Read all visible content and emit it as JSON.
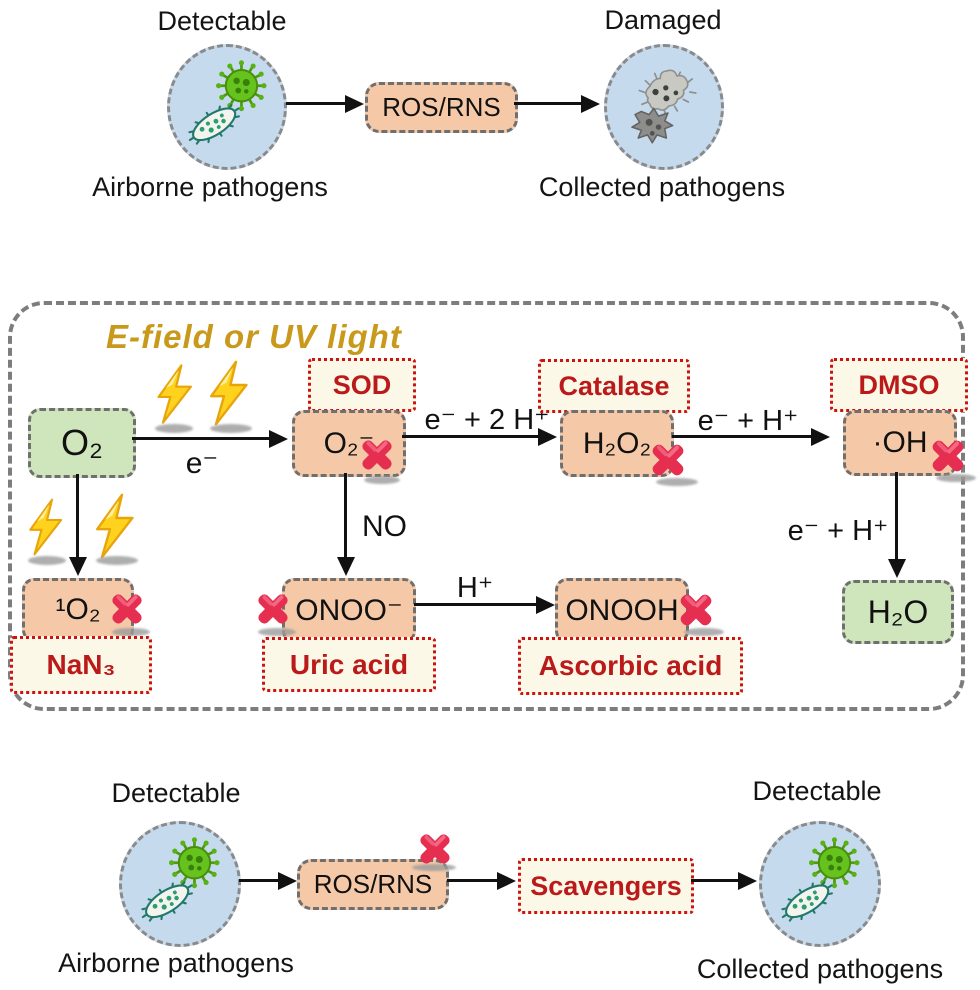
{
  "colors": {
    "peach": "#f5c9a7",
    "green": "#cfe6bd",
    "blue": "#c6daee",
    "cream": "#fcf8e7",
    "red_text": "#bb1a1a",
    "red_border": "#cc1212",
    "gold": "#c8991b"
  },
  "top": {
    "left_title": "Detectable",
    "left_caption": "Airborne pathogens",
    "ros_label": "ROS/RNS",
    "right_title": "Damaged",
    "right_caption": "Collected pathogens"
  },
  "pathway": {
    "title": "E-field or UV light",
    "o2": "O₂",
    "superoxide": "O₂⁻",
    "h2o2": "H₂O₂",
    "hydroxyl": "·OH",
    "water": "H₂O",
    "singlet_oxygen": "¹O₂",
    "peroxynitrite": "ONOO⁻",
    "peroxynitrous_acid": "ONOOH",
    "sod": "SOD",
    "catalase": "Catalase",
    "dmso": "DMSO",
    "nan3": "NaN₃",
    "uric_acid": "Uric acid",
    "ascorbic_acid": "Ascorbic acid",
    "label_e": "e⁻",
    "label_e_2h": "e⁻ + 2 H⁺",
    "label_e_h_1": "e⁻ + H⁺",
    "label_e_h_2": "e⁻ + H⁺",
    "label_no": "NO",
    "label_h": "H⁺"
  },
  "bottom": {
    "left_title": "Detectable",
    "left_caption": "Airborne pathogens",
    "ros_label": "ROS/RNS",
    "scavengers_label": "Scavengers",
    "right_title": "Detectable",
    "right_caption": "Collected pathogens"
  }
}
